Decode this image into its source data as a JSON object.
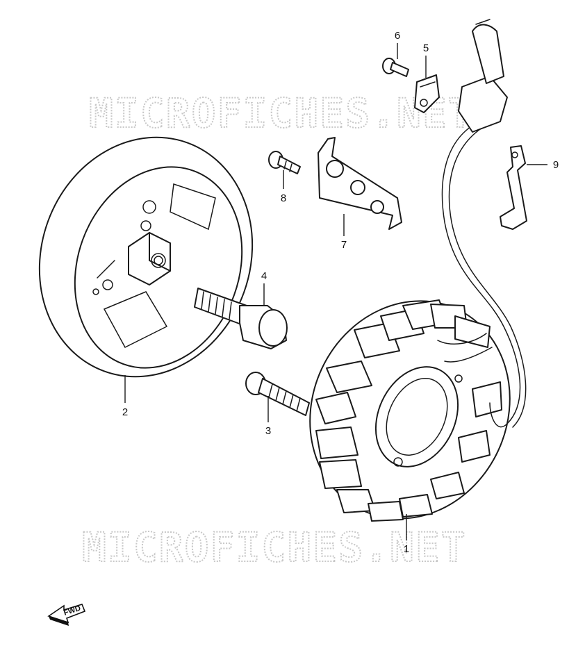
{
  "watermark": {
    "text": "MICROFICHES.NET"
  },
  "callouts": [
    "1",
    "2",
    "3",
    "4",
    "5",
    "6",
    "7",
    "8",
    "9"
  ],
  "direction_badge": {
    "label": "FWD"
  }
}
